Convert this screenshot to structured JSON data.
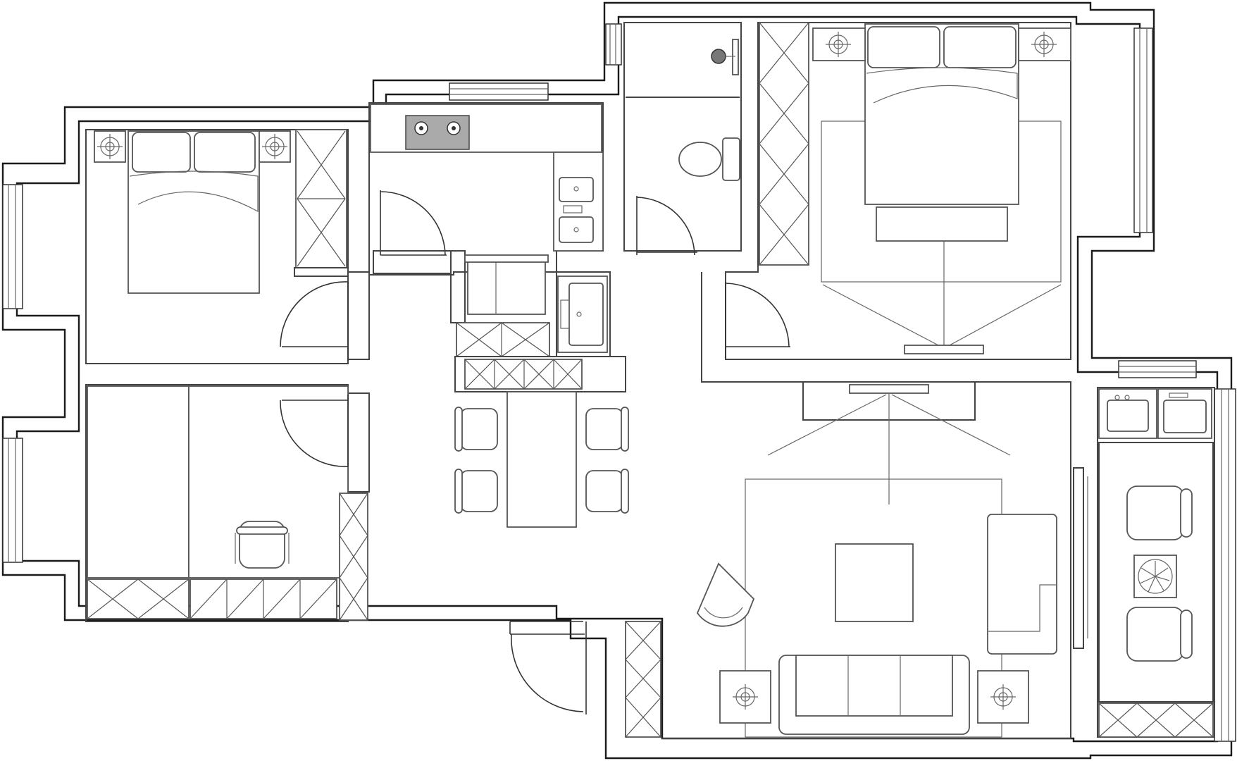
{
  "plan": {
    "rooms": [
      {
        "id": "bedroom-west",
        "type": "bedroom"
      },
      {
        "id": "study",
        "type": "study"
      },
      {
        "id": "kitchen",
        "type": "kitchen"
      },
      {
        "id": "bathroom",
        "type": "bathroom"
      },
      {
        "id": "bedroom-master",
        "type": "bedroom"
      },
      {
        "id": "dining",
        "type": "dining"
      },
      {
        "id": "living-room",
        "type": "living"
      },
      {
        "id": "balcony",
        "type": "balcony"
      }
    ],
    "fixtures": {
      "beds": 2,
      "dining_chairs": 4,
      "balcony_chairs": 2,
      "sofa_seats": 3,
      "wardrobes": 2,
      "doors": 6,
      "windows": 6
    },
    "colors": {
      "wall": "#1a1a1a",
      "line": "#555555",
      "background": "#ffffff"
    }
  }
}
